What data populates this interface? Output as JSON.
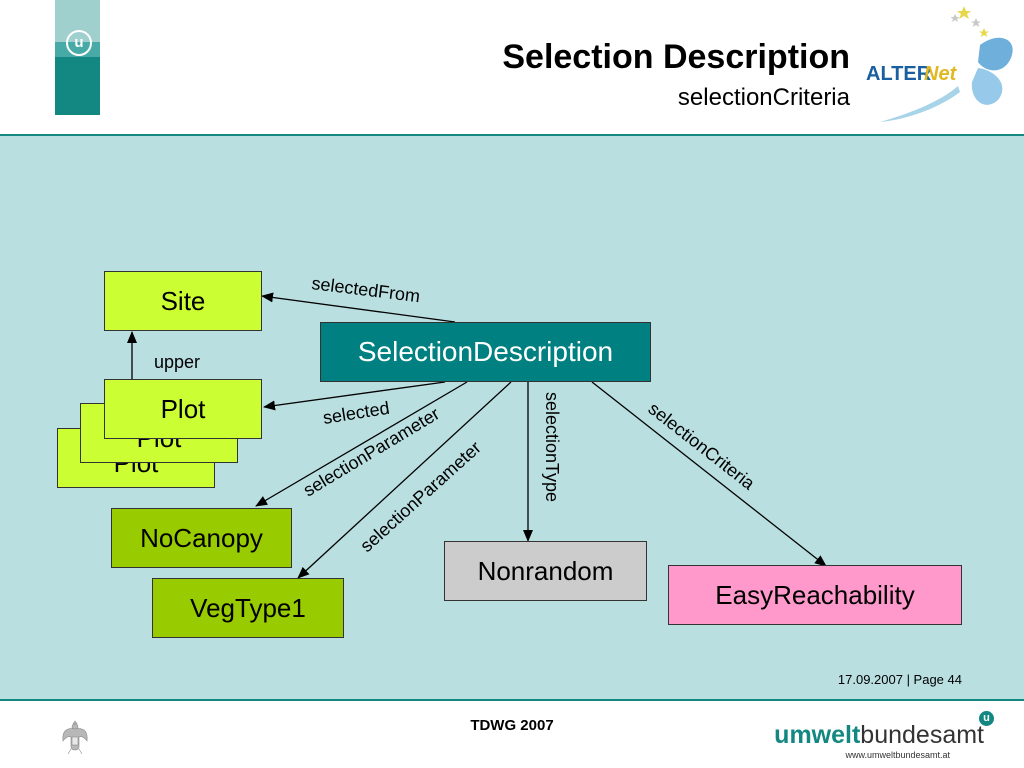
{
  "header": {
    "title": "Selection Description",
    "subtitle": "selectionCriteria",
    "left_logo": "u",
    "right_logo_name": "ALTER",
    "right_logo_suffix": "Net"
  },
  "nodes": {
    "site": "Site",
    "plot_back2": "Plot",
    "plot_back1": "Plot",
    "plot_front": "Plot",
    "selection_description": "SelectionDescription",
    "nocanopy": "NoCanopy",
    "vegtype1": "VegType1",
    "nonrandom": "Nonrandom",
    "easyreachability": "EasyReachability"
  },
  "edges": {
    "selected_from": "selectedFrom",
    "upper": "upper",
    "selected": "selected",
    "selection_parameter_1": "selectionParameter",
    "selection_parameter_2": "selectionParameter",
    "selection_type": "selectionType",
    "selection_criteria": "selectionCriteria"
  },
  "colors": {
    "teal": "#138781",
    "content_bg": "#badfe1",
    "lime": "#ccff33",
    "green": "#99cc00",
    "gray": "#cccccc",
    "pink": "#ff99cc"
  },
  "page_info": "17.09.2007 | Page 44",
  "footer": {
    "center_text": "TDWG 2007",
    "uba_part1": "umwelt",
    "uba_part2": "bundesamt",
    "uba_u": "u",
    "uba_url": "www.umweltbundesamt.at"
  }
}
